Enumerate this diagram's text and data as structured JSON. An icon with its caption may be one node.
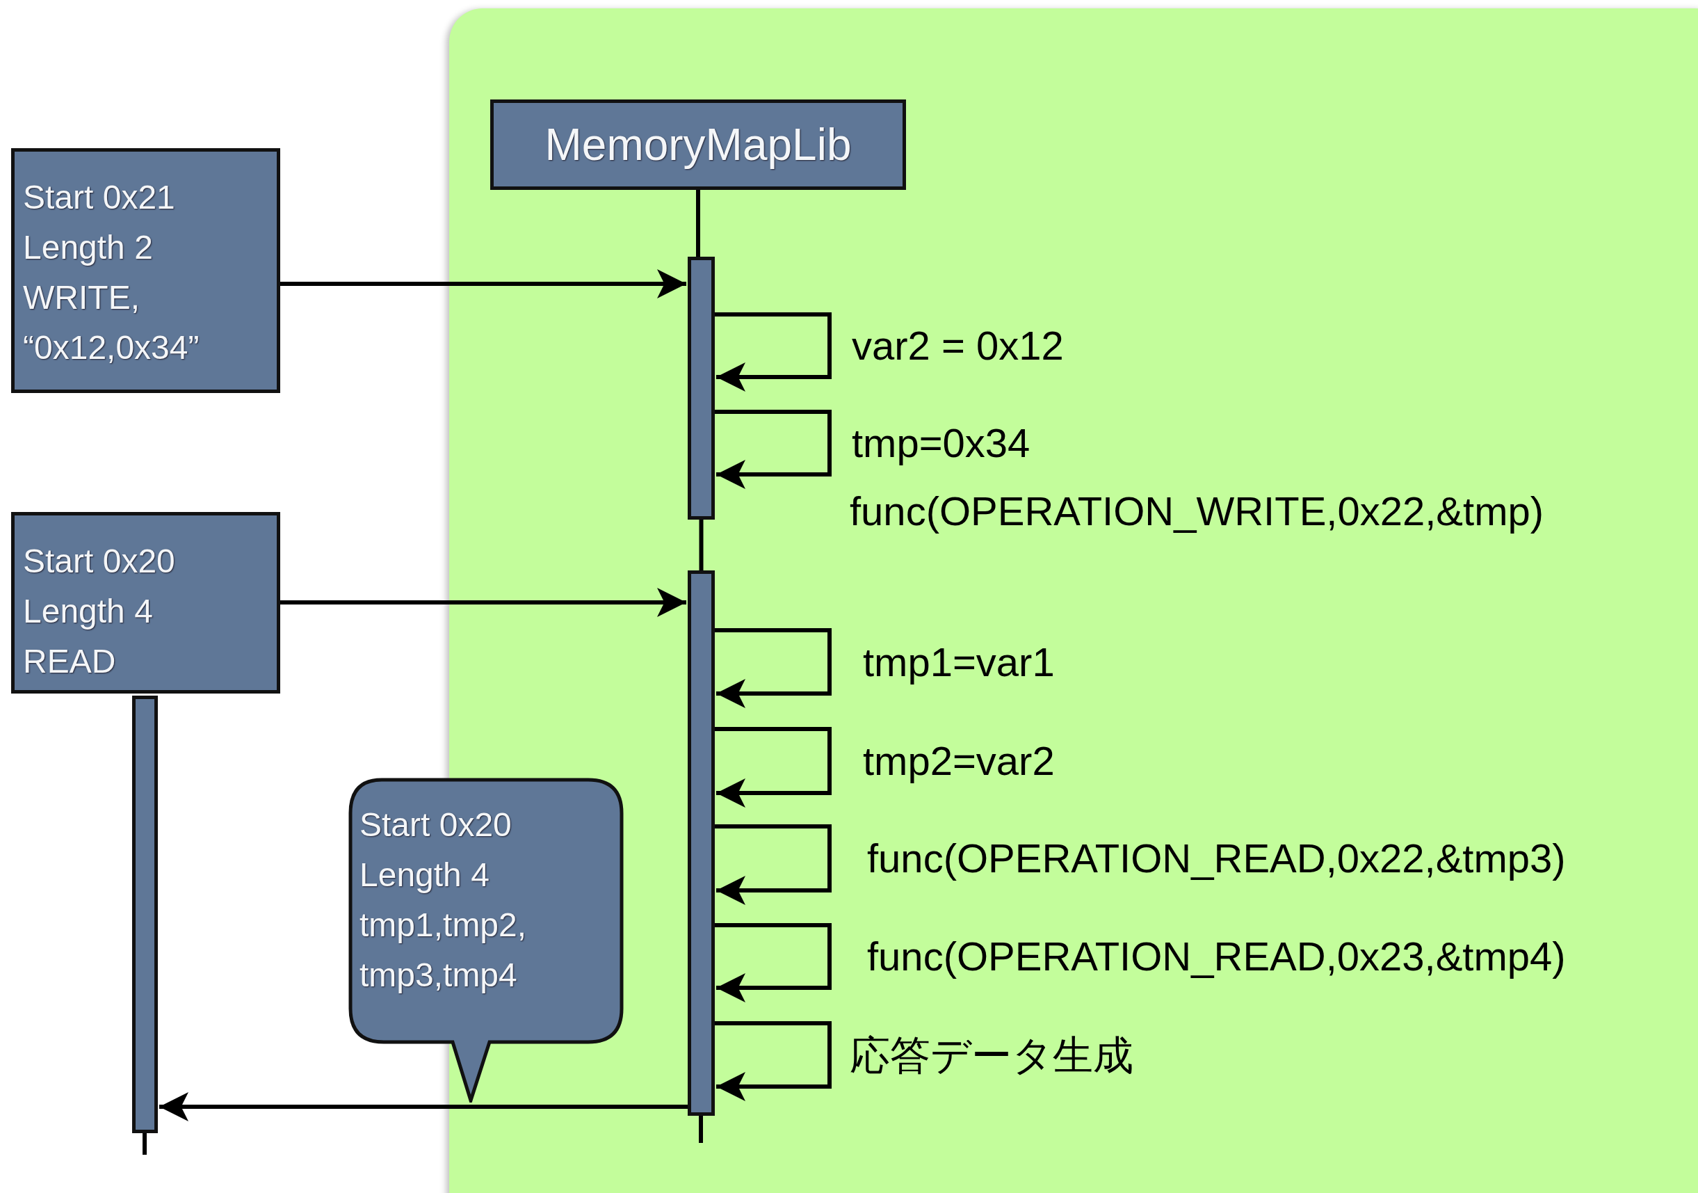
{
  "diagram": {
    "nodes": [
      {
        "text": [
          "MemoryMapLib"
        ]
      },
      {
        "text": [],
        "shape": "bar"
      },
      {
        "text": [],
        "shape": "bar"
      },
      {
        "text": [
          "Start 0x21",
          "Length 2",
          "WRITE,",
          "“0x12,0x34”"
        ]
      },
      {
        "text": [
          "Start 0x20",
          "Length 4",
          "READ"
        ]
      },
      {
        "text": [],
        "shape": "bar"
      },
      {
        "text": [
          "Start 0x20",
          "Length 4",
          "tmp1,tmp2,",
          "tmp3,tmp4"
        ]
      }
    ],
    "edges": [
      {
        "from": 0,
        "to": 1,
        "arrow": "none"
      },
      {
        "from": 1,
        "to": 2,
        "arrow": "none"
      },
      {
        "from": 3,
        "to": 1,
        "arrow": "to"
      },
      {
        "from": 4,
        "to": 2,
        "arrow": "to"
      },
      {
        "from": 1,
        "to": 1,
        "arrow": "to",
        "label": "var2 = 0x12"
      },
      {
        "from": 1,
        "to": 1,
        "arrow": "to",
        "label": "tmp=0x34"
      },
      {
        "from": 2,
        "to": 2,
        "arrow": "to",
        "label": "tmp1=var1"
      },
      {
        "from": 2,
        "to": 2,
        "arrow": "to",
        "label": "tmp2=var2"
      },
      {
        "from": 2,
        "to": 2,
        "arrow": "to",
        "label": "func(OPERATION_READ,0x22,&tmp3)"
      },
      {
        "from": 2,
        "to": 2,
        "arrow": "to",
        "label": "func(OPERATION_READ,0x23,&tmp4)"
      },
      {
        "from": 2,
        "to": 2,
        "arrow": "to",
        "label": "応答データ生成"
      },
      {
        "from": 2,
        "to": 5,
        "arrow": "to"
      }
    ],
    "labels": [
      "func(OPERATION_WRITE,0x22,&tmp)"
    ]
  }
}
